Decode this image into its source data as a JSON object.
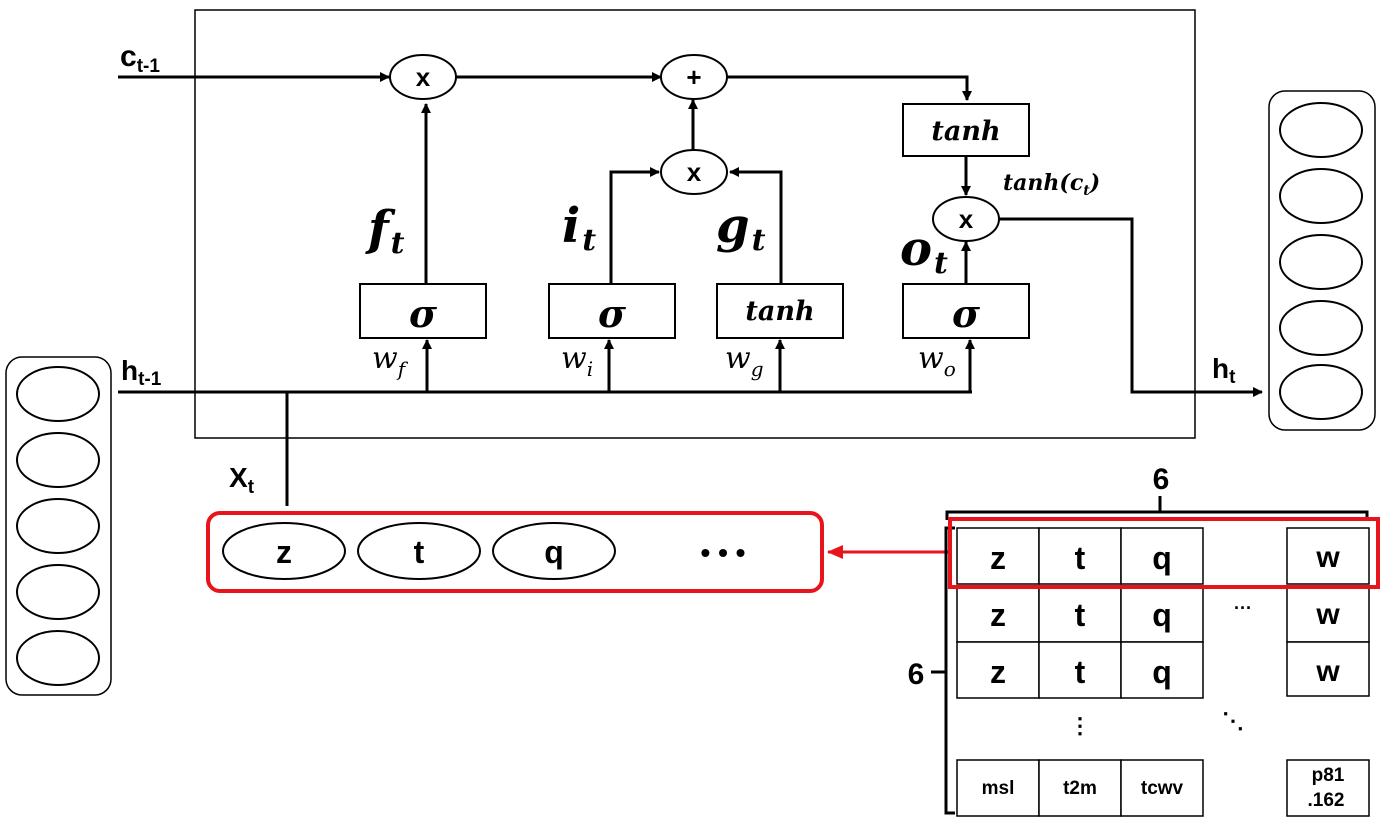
{
  "diagram": {
    "inputs": {
      "c_prev": {
        "main": "c",
        "sub": "t-1"
      },
      "h_prev": {
        "main": "h",
        "sub": "t-1"
      },
      "x_t": {
        "main": "X",
        "sub": "t"
      },
      "h_out": {
        "main": "h",
        "sub": "t"
      }
    },
    "ops": {
      "multiply": "x",
      "add": "+"
    },
    "gates": {
      "forget": {
        "box": "σ",
        "label": "f",
        "sub": "t",
        "weight": "w",
        "wsub": "f"
      },
      "input": {
        "box": "σ",
        "label": "i",
        "sub": "t",
        "weight": "w",
        "wsub": "i"
      },
      "candidate": {
        "box": "tanh",
        "label": "g",
        "sub": "t",
        "weight": "w",
        "wsub": "g"
      },
      "output": {
        "box": "σ",
        "label": "o",
        "sub": "t",
        "weight": "w",
        "wsub": "o"
      }
    },
    "cell_tanh": {
      "box": "tanh",
      "label": "tanh(",
      "arg": "c",
      "argsub": "t",
      "close": ")"
    },
    "input_vector": {
      "items": [
        "z",
        "t",
        "q"
      ],
      "ellipsis": "• • •"
    },
    "grid": {
      "width_label": "6",
      "height_label": "6",
      "rows": [
        [
          "z",
          "t",
          "q",
          "w"
        ],
        [
          "z",
          "t",
          "q",
          "w"
        ],
        [
          "z",
          "t",
          "q",
          "w"
        ]
      ],
      "h_dots": "···",
      "v_dots": "⋮",
      "d_dots": "⋱",
      "last_row": [
        "msl",
        "t2m",
        "tcwv"
      ],
      "last_cell": [
        "p81",
        ".162"
      ]
    },
    "colors": {
      "highlight": "#e8141b"
    }
  }
}
